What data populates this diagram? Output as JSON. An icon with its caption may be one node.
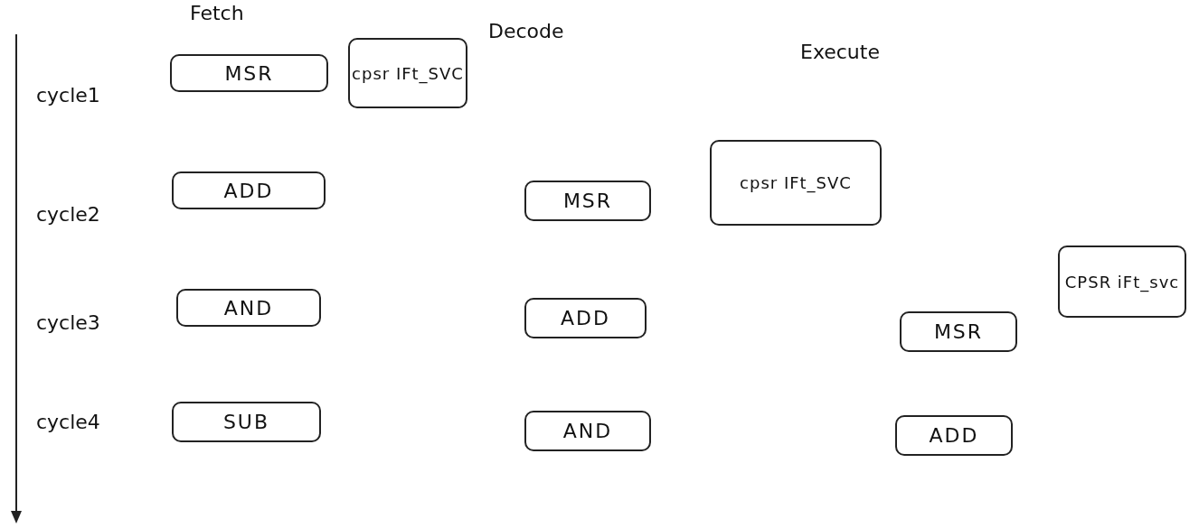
{
  "diagram": {
    "nodes": [
      {
        "text": [
          "MSR"
        ]
      },
      {
        "text": [
          "cpsr IFt_SVC"
        ]
      },
      {
        "text": [
          "ADD"
        ]
      },
      {
        "text": [
          "MSR"
        ]
      },
      {
        "text": [
          "cpsr IFt_SVC"
        ]
      },
      {
        "text": [
          "AND"
        ]
      },
      {
        "text": [
          "ADD"
        ]
      },
      {
        "text": [
          "MSR"
        ]
      },
      {
        "text": [
          "CPSR iFt_svc"
        ]
      },
      {
        "text": [
          "SUB"
        ]
      },
      {
        "text": [
          "AND"
        ]
      },
      {
        "text": [
          "ADD"
        ]
      }
    ],
    "labels": [
      "Fetch",
      "Decode",
      "Execute",
      "cycle1",
      "cycle2",
      "cycle3",
      "cycle4"
    ]
  }
}
